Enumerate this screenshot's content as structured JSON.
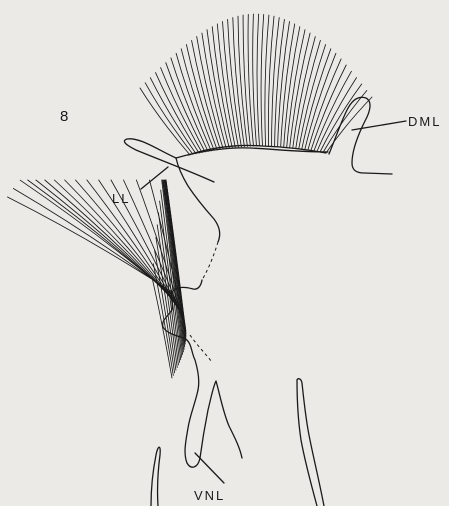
{
  "figure": {
    "number": "8",
    "labels": {
      "dml": "DML",
      "ll": "LL",
      "vnl": "VNL"
    }
  },
  "colors": {
    "background": "#ebeae6",
    "ink": "#1a1a1a"
  }
}
